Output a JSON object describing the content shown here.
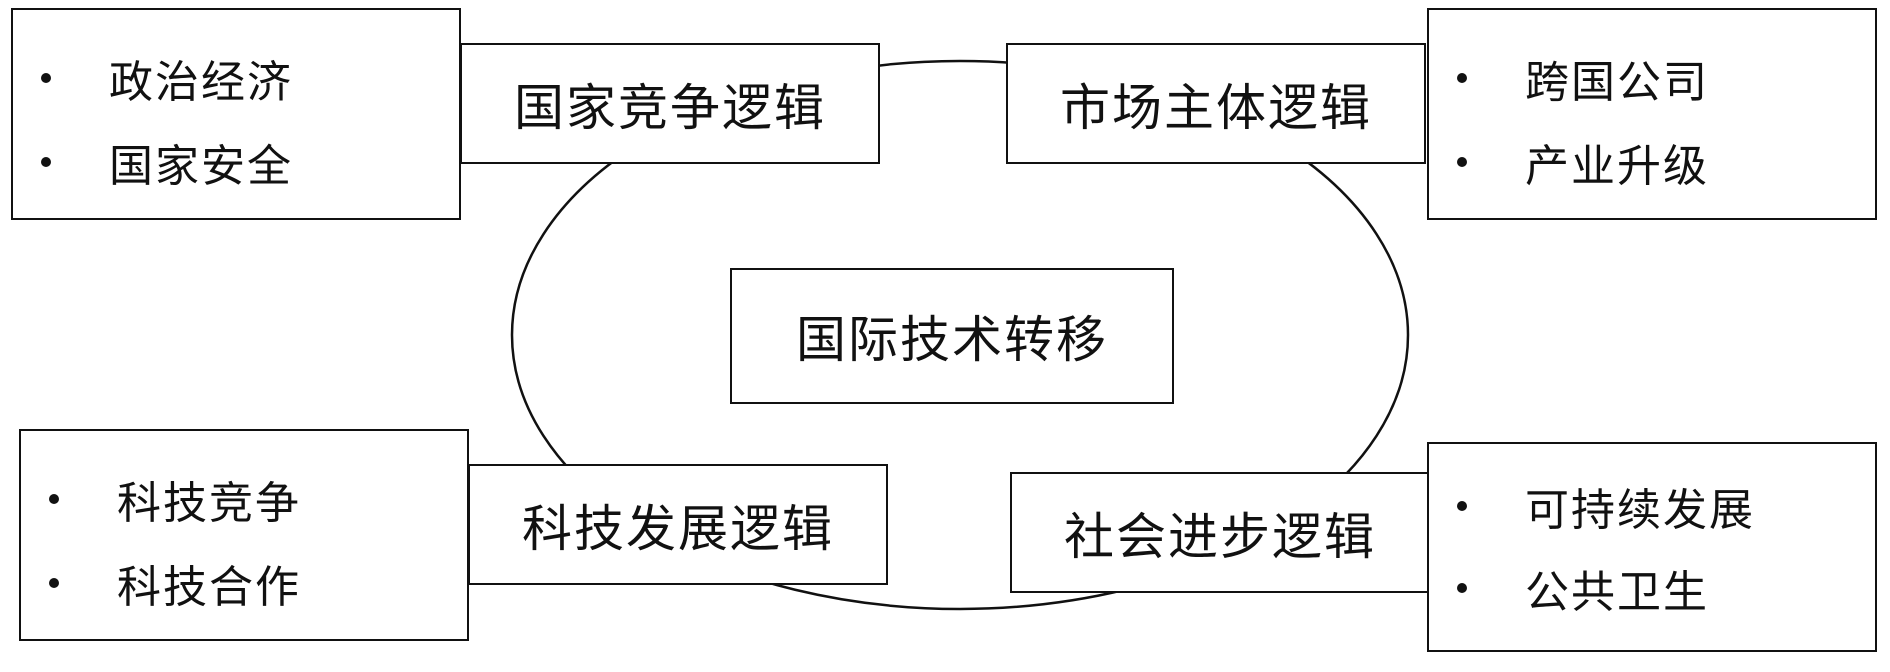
{
  "center": {
    "label": "国际技术转移"
  },
  "logics": {
    "top_left": {
      "label": "国家竞争逻辑",
      "items": [
        "政治经济",
        "国家安全"
      ]
    },
    "top_right": {
      "label": "市场主体逻辑",
      "items": [
        "跨国公司",
        "产业升级"
      ]
    },
    "bottom_left": {
      "label": "科技发展逻辑",
      "items": [
        "科技竞争",
        "科技合作"
      ]
    },
    "bottom_right": {
      "label": "社会进步逻辑",
      "items": [
        "可持续发展",
        "公共卫生"
      ]
    }
  }
}
